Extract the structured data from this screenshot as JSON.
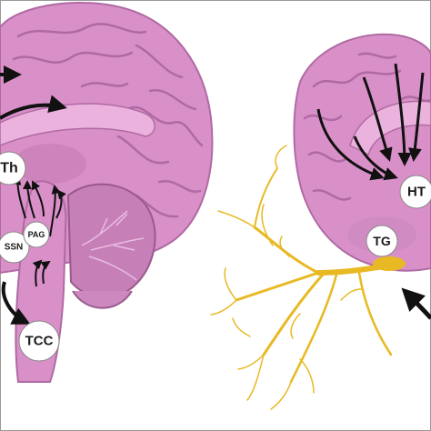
{
  "figure": {
    "labels": {
      "th": "Th",
      "ssn": "SSN",
      "pag": "PAG",
      "tcc": "TCC",
      "ht": "HT",
      "tg": "TG"
    }
  },
  "colors": {
    "brain": "#d990c8",
    "brain_dark": "#b06aa3",
    "brain_light": "#eab2dc",
    "cerebellum": "#c77fb8",
    "nerve": "#e8b923",
    "arrow": "#111111",
    "label_bg": "#ffffff",
    "border": "#9a9a9a"
  }
}
